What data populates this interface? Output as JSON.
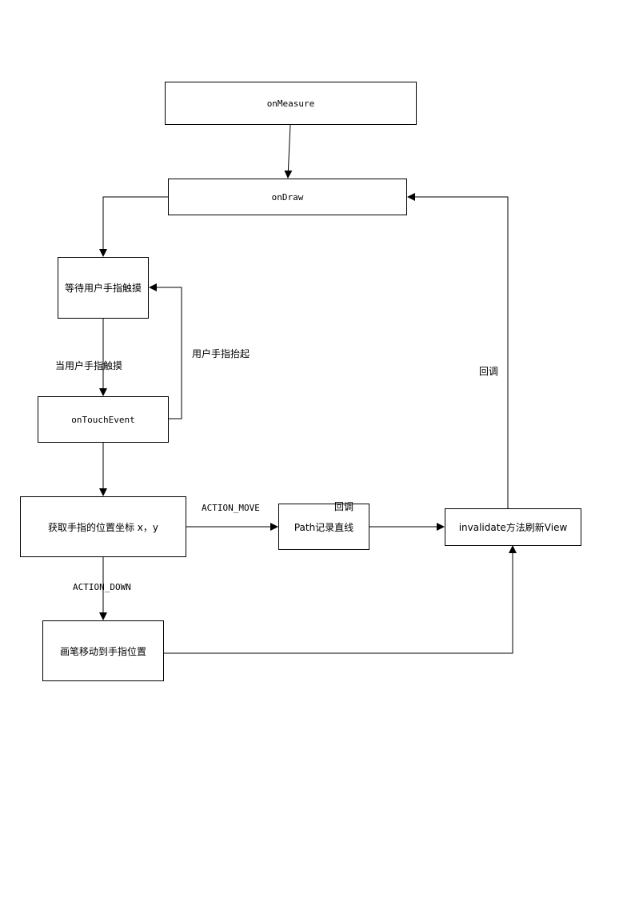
{
  "nodes": {
    "on_measure": "onMeasure",
    "on_draw": "onDraw",
    "wait_touch": "等待用户手指触摸",
    "on_touch_event": "onTouchEvent",
    "get_position": "获取手指的位置坐标 x，y",
    "path_line": "Path记录直线",
    "invalidate": "invalidate方法刷新View",
    "move_pen": "画笔移动到手指位置"
  },
  "edge_labels": {
    "when_touched": "当用户手指触摸",
    "finger_lifted": "用户手指抬起",
    "callback_right": "回调",
    "action_move": "ACTION_MOVE",
    "callback_middle": "回调",
    "action_down": "ACTION_DOWN"
  }
}
